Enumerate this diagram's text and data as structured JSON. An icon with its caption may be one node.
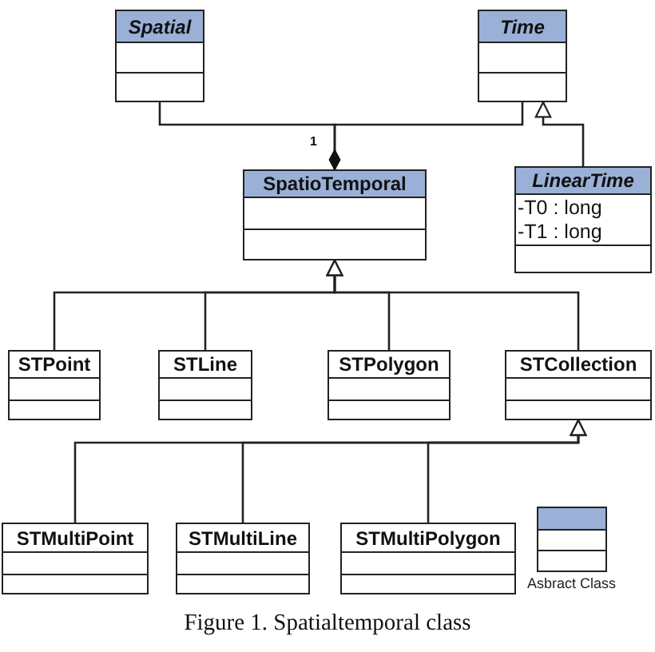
{
  "diagram": {
    "caption": "Figure 1. Spatialtemporal class",
    "nodes": [
      {
        "text": [
          "Spatial"
        ]
      },
      {
        "text": [
          "Time"
        ]
      },
      {
        "text": [
          "SpatioTemporal"
        ]
      },
      {
        "text": [
          "LinearTime",
          "-T0 : long",
          "-T1 : long"
        ]
      },
      {
        "text": [
          "STPoint"
        ]
      },
      {
        "text": [
          "STLine"
        ]
      },
      {
        "text": [
          "STPolygon"
        ]
      },
      {
        "text": [
          "STCollection"
        ]
      },
      {
        "text": [
          "STMultiPoint"
        ]
      },
      {
        "text": [
          "STMultiLine"
        ]
      },
      {
        "text": [
          "STMultiPolygon"
        ]
      }
    ],
    "edges": [
      {
        "from": 0,
        "to": 2,
        "arrow": "other"
      },
      {
        "from": 1,
        "to": 2,
        "arrow": "other"
      },
      {
        "from": 3,
        "to": 1,
        "arrow": "to"
      },
      {
        "from": 4,
        "to": 2,
        "arrow": "to"
      },
      {
        "from": 5,
        "to": 2,
        "arrow": "to"
      },
      {
        "from": 6,
        "to": 2,
        "arrow": "to"
      },
      {
        "from": 7,
        "to": 2,
        "arrow": "to"
      },
      {
        "from": 8,
        "to": 7,
        "arrow": "to"
      },
      {
        "from": 9,
        "to": 7,
        "arrow": "to"
      },
      {
        "from": 10,
        "to": 7,
        "arrow": "to"
      }
    ],
    "labels": [
      "1"
    ],
    "legend": [
      {
        "text": "Asbract Class"
      }
    ]
  }
}
